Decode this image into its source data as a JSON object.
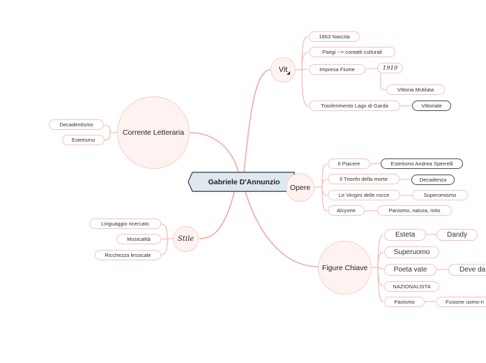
{
  "root": "Gabriele D'Annunzio",
  "branches": {
    "vita": {
      "label": "Vit",
      "items": [
        "1863 Nascita",
        "Parigi --> contatti culturali",
        "Impresa Fiume",
        "Trasferimento Lago di Garda"
      ],
      "fiume_year": "1919",
      "fiume_sub": "Vittoria Mutilata",
      "garda_sub": "Vittoriale"
    },
    "corrente": {
      "label": "Corrente Letteraria",
      "items": [
        "Decadentismo",
        "Estetismo"
      ]
    },
    "opere": {
      "label": "Opere",
      "items": [
        "Il Piacere",
        "Il Trionfo della morte",
        "Le Vergini delle rocce",
        "Alcyone"
      ],
      "subs": [
        "Estetismo Andrea Sperrelli",
        "Decadenza",
        "Superomismo",
        "Panismo, natura, mito"
      ]
    },
    "stile": {
      "label": "Stile",
      "items": [
        "Linguaggio ricercato",
        "Musicalità",
        "Ricchezza lessicale"
      ]
    },
    "figure": {
      "label": "Figure Chiave",
      "items": [
        "Esteta",
        "Superuomo",
        "Poeta vate",
        "NAZIONALISTA",
        "Panismo"
      ],
      "subs": [
        "Dandy",
        "Deve da",
        "Fusione uomo-n"
      ]
    }
  }
}
